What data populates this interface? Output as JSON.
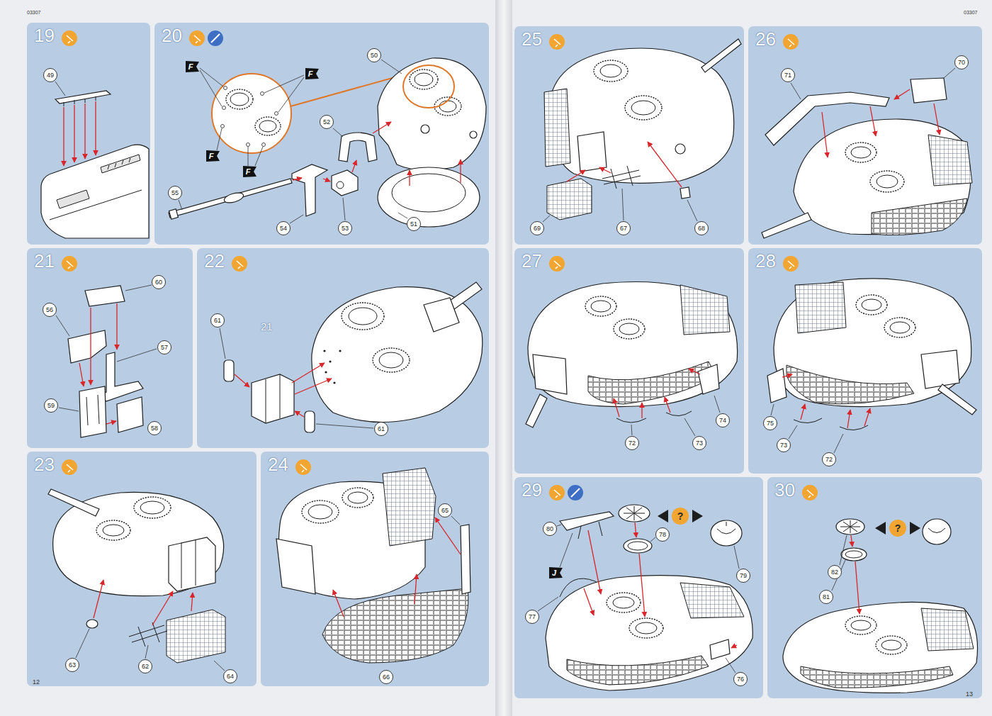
{
  "diagram": {
    "nodes": [
      {
        "text": [
          "19"
        ]
      },
      {
        "text": [
          "49"
        ],
        "in": 0
      },
      {
        "text": [
          "20"
        ]
      },
      {
        "text": [
          "F"
        ],
        "in": 2
      },
      {
        "text": [
          "F"
        ],
        "in": 2
      },
      {
        "text": [
          "F"
        ],
        "in": 2
      },
      {
        "text": [
          "F"
        ],
        "in": 2
      },
      {
        "text": [
          "50"
        ],
        "in": 2
      },
      {
        "text": [
          "52"
        ],
        "in": 2
      },
      {
        "text": [
          "55"
        ],
        "in": 2
      },
      {
        "text": [
          "54"
        ],
        "in": 2
      },
      {
        "text": [
          "53"
        ],
        "in": 2
      },
      {
        "text": [
          "51"
        ],
        "in": 2
      },
      {
        "text": [
          "21"
        ]
      },
      {
        "text": [
          "60"
        ],
        "in": 13
      },
      {
        "text": [
          "56"
        ],
        "in": 13
      },
      {
        "text": [
          "57"
        ],
        "in": 13
      },
      {
        "text": [
          "59"
        ],
        "in": 13
      },
      {
        "text": [
          "58"
        ],
        "in": 13
      },
      {
        "text": [
          "22"
        ]
      },
      {
        "text": [
          "61"
        ],
        "in": 19
      },
      {
        "text": [
          "61"
        ],
        "in": 19
      },
      {
        "text": [
          "23"
        ]
      },
      {
        "text": [
          "63"
        ],
        "in": 22
      },
      {
        "text": [
          "62"
        ],
        "in": 22
      },
      {
        "text": [
          "64"
        ],
        "in": 22
      },
      {
        "text": [
          "24"
        ]
      },
      {
        "text": [
          "65"
        ],
        "in": 26
      },
      {
        "text": [
          "66"
        ],
        "in": 26
      },
      {
        "text": [
          "25"
        ]
      },
      {
        "text": [
          "69"
        ],
        "in": 29
      },
      {
        "text": [
          "67"
        ],
        "in": 29
      },
      {
        "text": [
          "68"
        ],
        "in": 29
      },
      {
        "text": [
          "26"
        ]
      },
      {
        "text": [
          "71"
        ],
        "in": 33
      },
      {
        "text": [
          "70"
        ],
        "in": 33
      },
      {
        "text": [
          "27"
        ]
      },
      {
        "text": [
          "72"
        ],
        "in": 36
      },
      {
        "text": [
          "73"
        ],
        "in": 36
      },
      {
        "text": [
          "74"
        ],
        "in": 36
      },
      {
        "text": [
          "28"
        ]
      },
      {
        "text": [
          "75"
        ],
        "in": 40
      },
      {
        "text": [
          "73"
        ],
        "in": 40
      },
      {
        "text": [
          "72"
        ],
        "in": 40
      },
      {
        "text": [
          "29"
        ]
      },
      {
        "text": [
          "80"
        ],
        "in": 44
      },
      {
        "text": [
          "J"
        ],
        "in": 44
      },
      {
        "text": [
          "?"
        ],
        "in": 44
      },
      {
        "text": [
          "78"
        ],
        "in": 44
      },
      {
        "text": [
          "79"
        ],
        "in": 44
      },
      {
        "text": [
          "77"
        ],
        "in": 44
      },
      {
        "text": [
          "76"
        ],
        "in": 44
      },
      {
        "text": [
          "30"
        ]
      },
      {
        "text": [
          "82"
        ],
        "in": 52
      },
      {
        "text": [
          "?"
        ],
        "in": 52
      },
      {
        "text": [
          "81"
        ],
        "in": 52
      }
    ],
    "labels": [
      "03307",
      "03307",
      "21",
      "12",
      "13"
    ]
  }
}
